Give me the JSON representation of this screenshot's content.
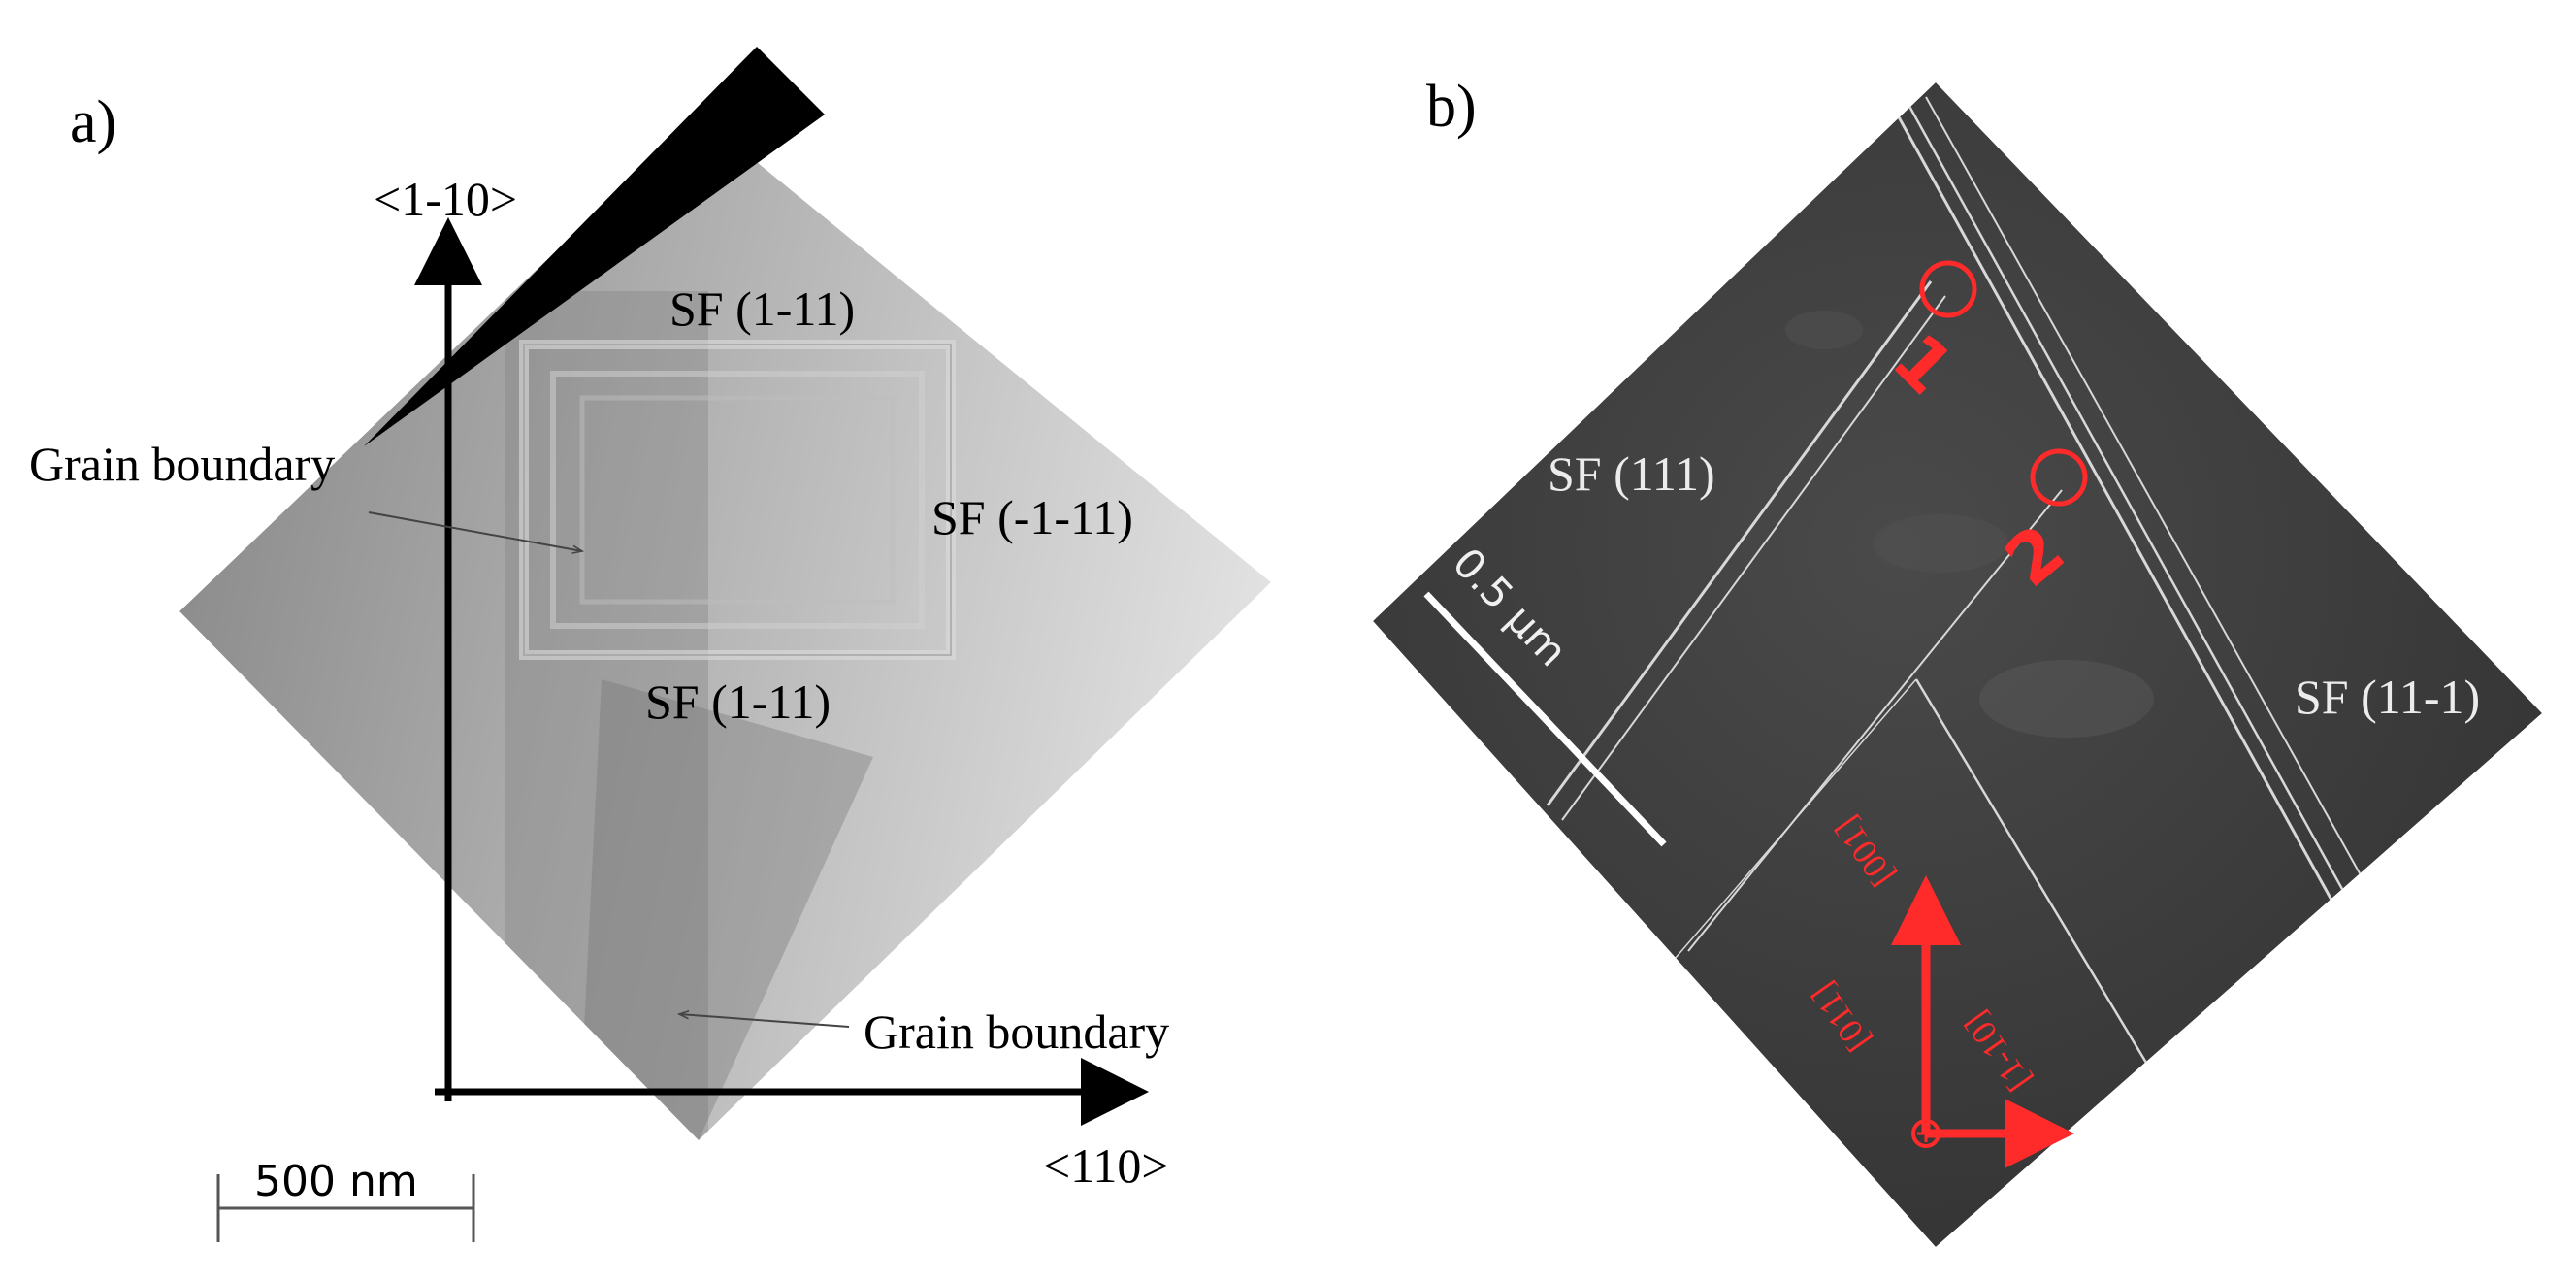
{
  "panel_a": {
    "label": "a)",
    "axis_vertical": "<1-10>",
    "axis_horizontal": "<110>",
    "sf_top": "SF (1-11)",
    "sf_right": "SF (-1-11)",
    "sf_bottom": "SF (1-11)",
    "grain_boundary_left": "Grain boundary",
    "grain_boundary_bottom": "Grain boundary",
    "scale_bar": "500 nm"
  },
  "panel_b": {
    "label": "b)",
    "sf_left": "SF (111)",
    "sf_right": "SF (11-1)",
    "scale_bar": "0.5 μm",
    "marker_1": "1",
    "marker_2": "2",
    "dir_up": "[001]",
    "dir_right": "[1-10]",
    "dir_out": "[011]",
    "accent_color": "#ff2a2a"
  }
}
